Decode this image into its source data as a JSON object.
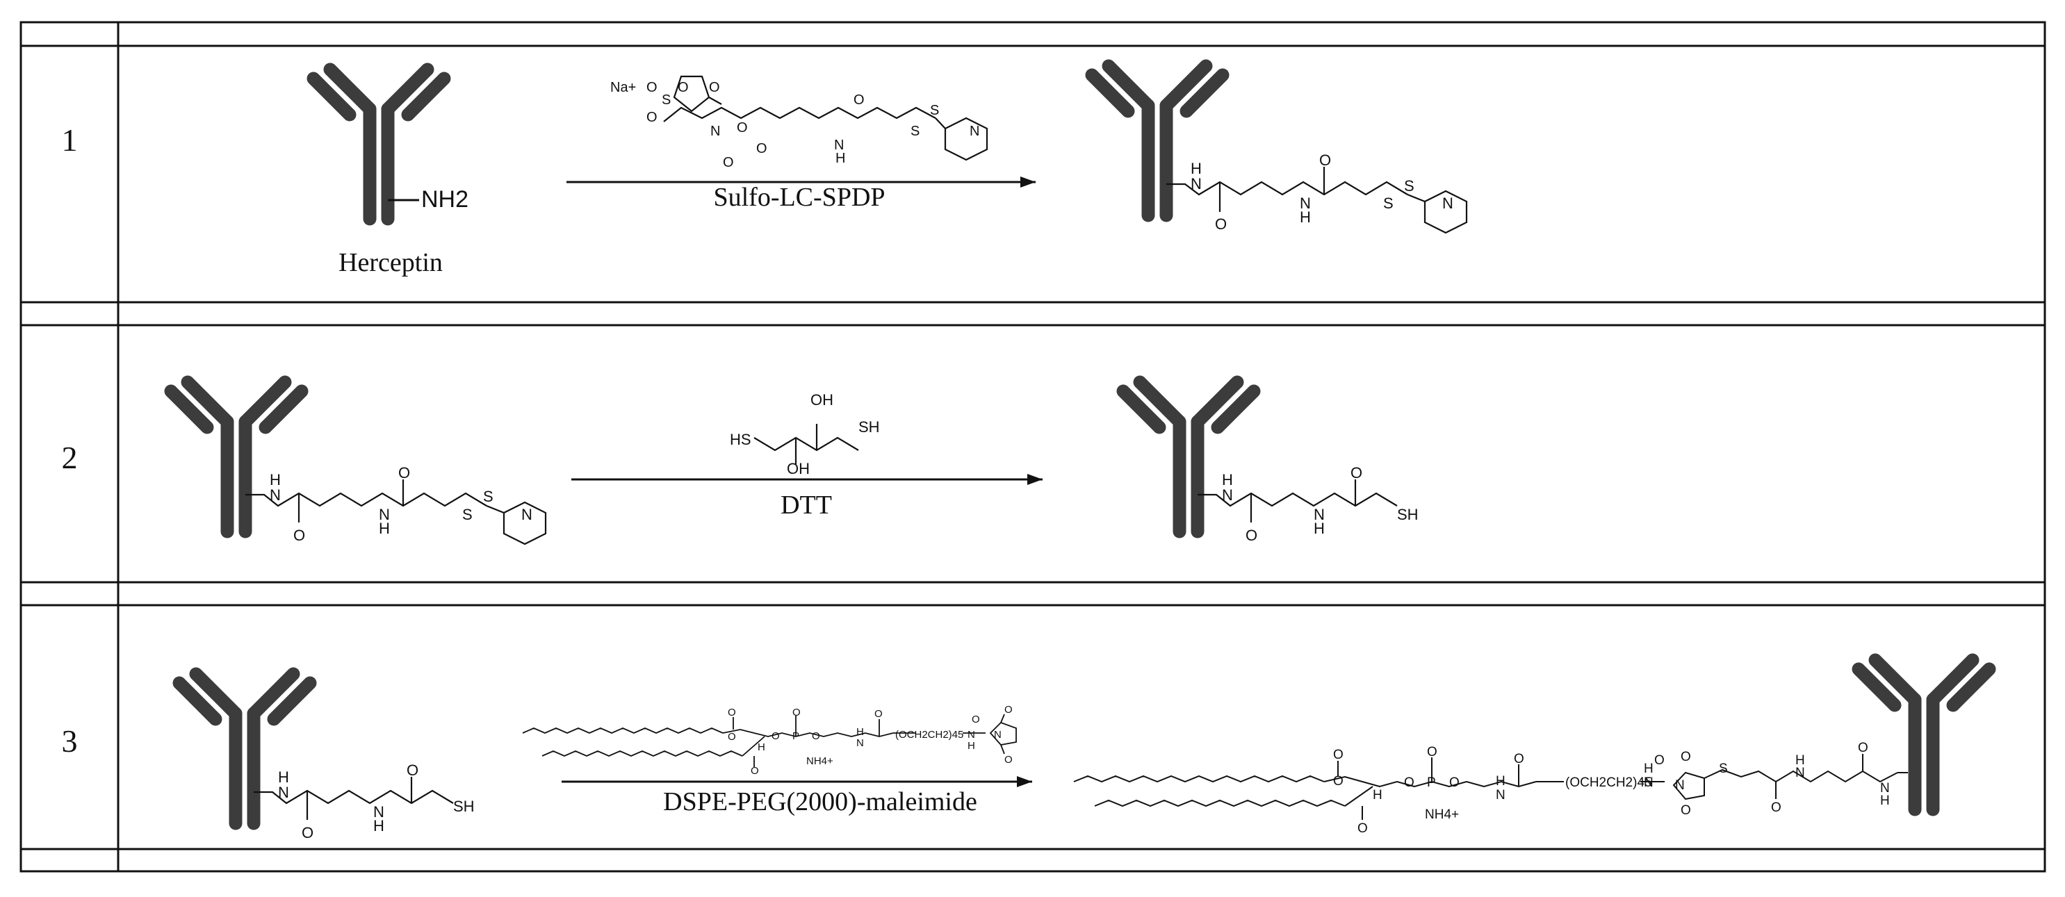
{
  "steps": [
    {
      "number": "1",
      "start_label": "Herceptin",
      "start_group": "NH2",
      "reagent_name": "Sulfo-LC-SPDP",
      "reagent_atoms": [
        "Na+",
        "O",
        "O",
        "S",
        "O",
        "O",
        "N",
        "O",
        "O",
        "N",
        "H",
        "O",
        "S",
        "S",
        "N",
        "O"
      ],
      "product_atoms": [
        "H",
        "N",
        "O",
        "N",
        "H",
        "O",
        "S",
        "S",
        "N"
      ]
    },
    {
      "number": "2",
      "start_atoms": [
        "H",
        "N",
        "O",
        "N",
        "H",
        "O",
        "S",
        "S",
        "N"
      ],
      "reagent_name": "DTT",
      "reagent_atoms": [
        "OH",
        "HS",
        "SH",
        "OH"
      ],
      "product_atoms": [
        "H",
        "N",
        "O",
        "N",
        "H",
        "O",
        "SH"
      ]
    },
    {
      "number": "3",
      "start_atoms": [
        "H",
        "N",
        "O",
        "N",
        "H",
        "O",
        "SH"
      ],
      "reagent_name": "DSPE-PEG(2000)-maleimide",
      "reagent_atoms": [
        "O",
        "O",
        "H",
        "O",
        "O",
        "P",
        "O",
        "O",
        "NH4+",
        "H",
        "N",
        "O",
        "(OCH2CH2)45",
        "N",
        "H",
        "O",
        "N",
        "O",
        "O"
      ],
      "product_atoms": [
        "O",
        "O",
        "H",
        "O",
        "O",
        "P",
        "O",
        "O",
        "NH4+",
        "H",
        "N",
        "O",
        "(OCH2CH2)45",
        "N",
        "H",
        "O",
        "N",
        "O",
        "O",
        "S",
        "H",
        "N",
        "O",
        "N",
        "H",
        "O"
      ]
    }
  ]
}
